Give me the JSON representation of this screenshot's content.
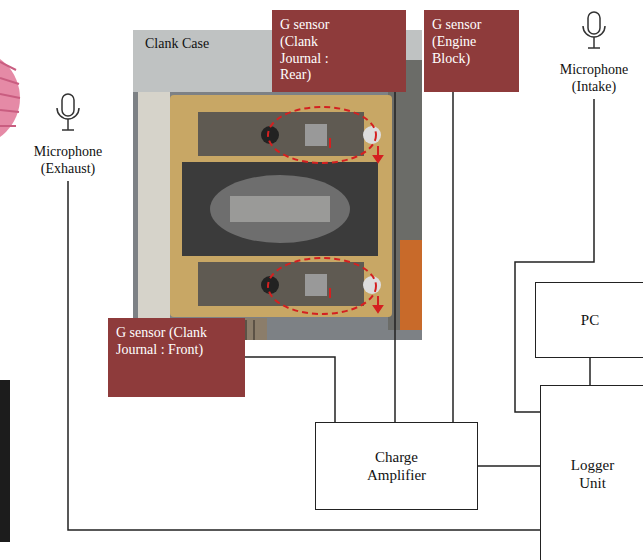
{
  "diagram": {
    "nodes": [
      {
        "text": [
          "G sensor (Clank Journal : Rear)"
        ]
      },
      {
        "text": [
          "G sensor (Engine Block)"
        ]
      },
      {
        "text": [
          "Microphone (Intake)"
        ]
      },
      {
        "text": [
          "Microphone (Exhaust)"
        ]
      },
      {
        "text": [
          "PC"
        ]
      },
      {
        "text": [
          "G sensor (Clank Journal : Front)"
        ]
      },
      {
        "text": [
          "Charge Amplifier"
        ]
      },
      {
        "text": [
          "Logger Unit"
        ]
      }
    ],
    "edges": [
      {
        "from": 0,
        "to": 6,
        "arrow": "none"
      },
      {
        "from": 5,
        "to": 6,
        "arrow": "none"
      },
      {
        "from": 1,
        "to": 6,
        "arrow": "none"
      },
      {
        "from": 6,
        "to": 7,
        "arrow": "none"
      },
      {
        "from": 4,
        "to": 7,
        "arrow": "none"
      },
      {
        "from": 3,
        "to": 7,
        "arrow": "none"
      },
      {
        "from": 2,
        "to": 7,
        "arrow": "none"
      }
    ],
    "labels": [
      "Clank Case"
    ]
  }
}
